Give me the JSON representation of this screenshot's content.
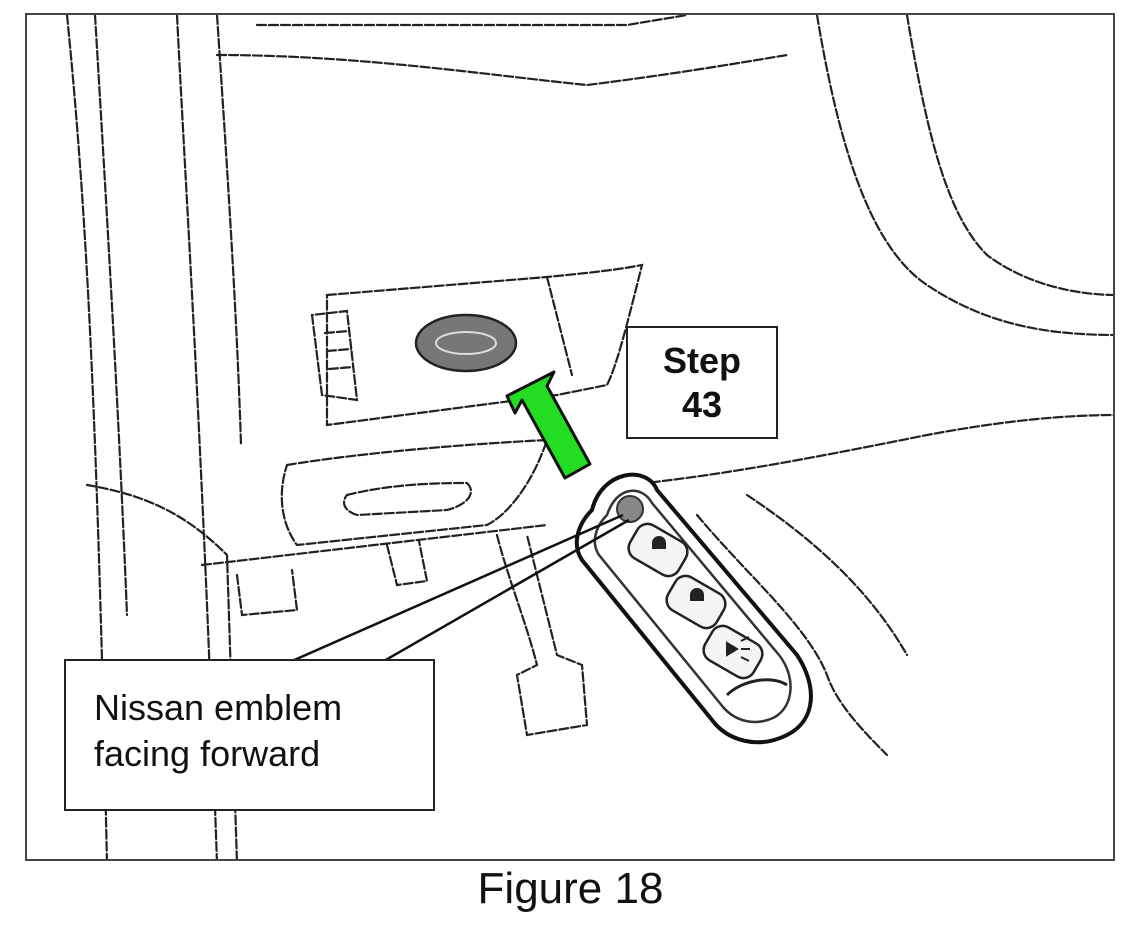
{
  "step_label": {
    "line1": "Step",
    "line2": "43"
  },
  "emblem_label": {
    "line1": "Nissan emblem",
    "line2": "facing forward"
  },
  "caption": "Figure 18",
  "colors": {
    "arrow": "#22dd22",
    "arrow_outline": "#111111",
    "line_art": "#222222",
    "emblem_fill": "#777777"
  },
  "icons": [
    "direction-arrow-icon",
    "key-fob-icon",
    "lock-icon",
    "unlock-icon",
    "panic-icon",
    "nissan-emblem-icon",
    "push-start-pedal-icon"
  ]
}
